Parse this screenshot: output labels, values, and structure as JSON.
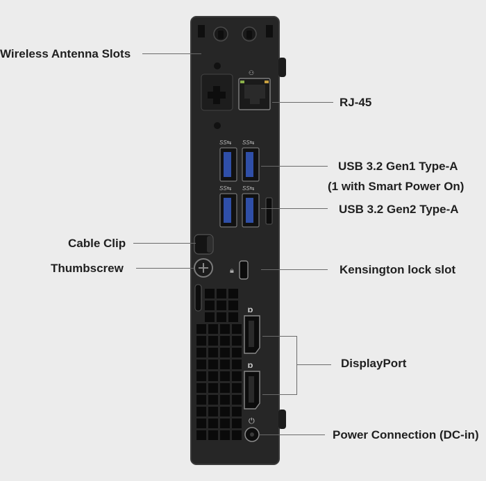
{
  "labels": {
    "wireless_antenna": "Wireless Antenna Slots",
    "rj45": "RJ-45",
    "usb_gen1_line1": "USB 3.2 Gen1 Type-A",
    "usb_gen1_line2": "(1 with Smart Power On)",
    "usb_gen2": "USB 3.2 Gen2 Type-A",
    "cable_clip": "Cable Clip",
    "thumbscrew": "Thumbscrew",
    "kensington": "Kensington lock slot",
    "displayport": "DisplayPort",
    "power": "Power Connection (DC-in)"
  },
  "icons": {
    "ss_usb": "SS⇆",
    "dp": "Ɒ"
  },
  "colors": {
    "background": "#ececec",
    "chassis": "#262626",
    "chassis_edge": "#3a3a3a",
    "usb_blue": "#2f4fa8",
    "leader_line": "#6a6a6a"
  }
}
